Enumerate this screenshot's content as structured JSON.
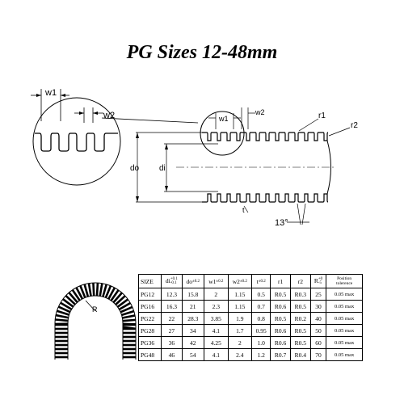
{
  "title": "PG Sizes 12-48mm",
  "labels": {
    "w1_detail": "w1",
    "w2_detail": "w2",
    "w1": "w1",
    "w2": "w2",
    "r1": "r1",
    "r2": "r2",
    "do": "do",
    "di": "di",
    "t": "t",
    "angle": "13°",
    "radius": "R"
  },
  "table": {
    "headers": [
      {
        "text": "SIZE"
      },
      {
        "text": "di",
        "tol_top": "+0.1",
        "tol_bot": "-0.1"
      },
      {
        "text": "do",
        "tol_top": "±0.2",
        "tol_bot": ""
      },
      {
        "text": "w1",
        "tol_top": "±0.2",
        "tol_bot": ""
      },
      {
        "text": "w2",
        "tol_top": "±0.2",
        "tol_bot": ""
      },
      {
        "text": "t",
        "tol_top": "±0.2",
        "tol_bot": ""
      },
      {
        "text": "r1"
      },
      {
        "text": "r2"
      },
      {
        "text": "R",
        "tol_top": "+0",
        "tol_bot": "-5"
      },
      {
        "text": "Position tolerence"
      }
    ],
    "rows": [
      [
        "PG12",
        "12.3",
        "15.8",
        "2",
        "1.15",
        "0.5",
        "R0.5",
        "R0.3",
        "25",
        "0.05 max"
      ],
      [
        "PG16",
        "16.3",
        "21",
        "2.3",
        "1.15",
        "0.7",
        "R0.6",
        "R0.5",
        "30",
        "0.05 max"
      ],
      [
        "PG22",
        "22",
        "28.3",
        "3.85",
        "1.9",
        "0.8",
        "R0.5",
        "R0.2",
        "40",
        "0.05 max"
      ],
      [
        "PG28",
        "27",
        "34",
        "4.1",
        "1.7",
        "0.95",
        "R0.6",
        "R0.5",
        "50",
        "0.05 max"
      ],
      [
        "PG36",
        "36",
        "42",
        "4.25",
        "2",
        "1.0",
        "R0.6",
        "R0.5",
        "60",
        "0.05 max"
      ],
      [
        "PG48",
        "46",
        "54",
        "4.1",
        "2.4",
        "1.2",
        "R0.7",
        "R0.4",
        "70",
        "0.05 max"
      ]
    ]
  }
}
